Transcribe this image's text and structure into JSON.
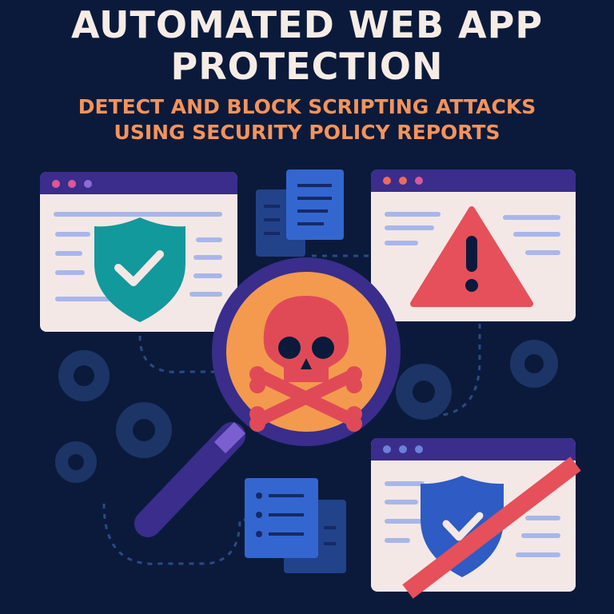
{
  "header": {
    "title_line1": "AUTOMATED WEB APP",
    "title_line2": "PROTECTION",
    "subtitle_line1": "DETECT AND BLOCK SCRIPTING ATTACKS",
    "subtitle_line2": "USING SECURITY POLICY REPORTS"
  },
  "colors": {
    "background": "#0b1a3b",
    "title": "#f6ece6",
    "subtitle": "#f4935b",
    "window_bar": "#3a2d8c",
    "window_body": "#f3e8e6",
    "shield_safe": "#12999c",
    "warning": "#e5505a",
    "shield_blocked": "#2e5bc4",
    "magnifier_ring": "#3a2d8c",
    "magnifier_lens": "#f39a4e",
    "skull": "#e04a57",
    "gear": "#1c3566"
  },
  "icons": [
    "shield-check-icon",
    "warning-icon",
    "skull-crossbones-icon",
    "magnifier-icon",
    "gear-icon",
    "document-icon",
    "blocked-shield-icon"
  ]
}
